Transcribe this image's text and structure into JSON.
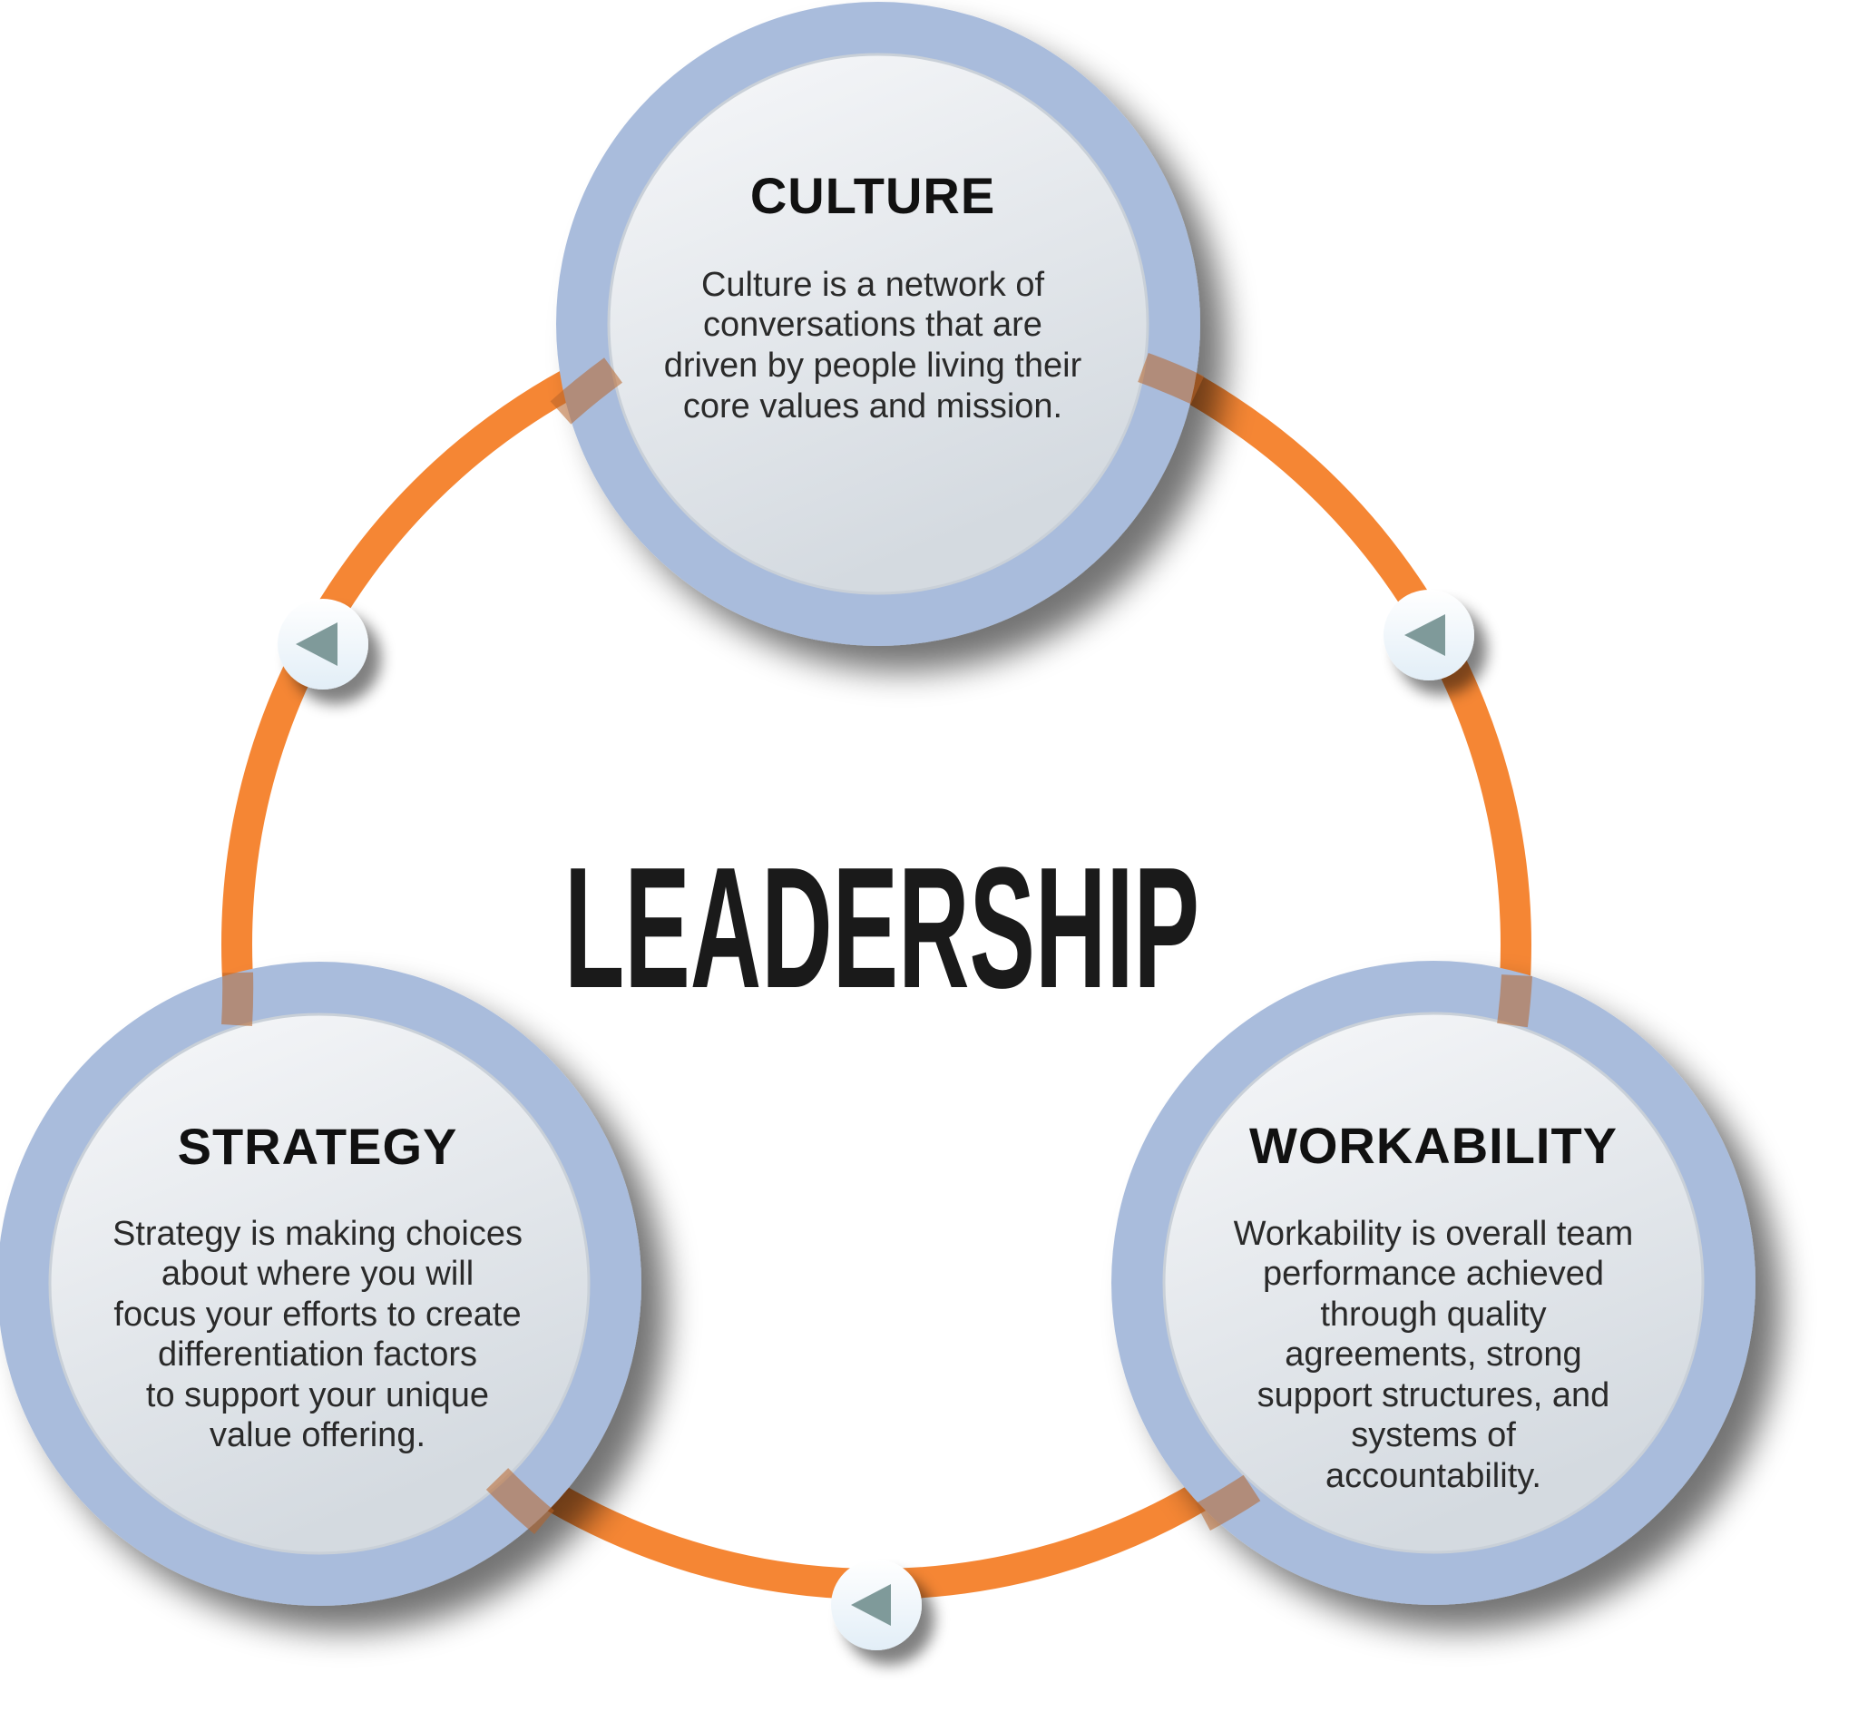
{
  "center": {
    "title": "LEADERSHIP"
  },
  "nodes": {
    "culture": {
      "title": "CULTURE",
      "lines": [
        "Culture is a network of",
        "conversations that are",
        "driven by people living their",
        "core values and mission."
      ]
    },
    "strategy": {
      "title": "STRATEGY",
      "lines": [
        "Strategy is making choices",
        "about where you will",
        "focus your efforts to create",
        "differentiation factors",
        "to support your unique",
        "value offering."
      ]
    },
    "workability": {
      "title": "WORKABILITY",
      "lines": [
        "Workability is overall team",
        "performance achieved",
        "through quality",
        "agreements, strong",
        "support structures, and",
        "systems of",
        "accountability."
      ]
    }
  },
  "colors": {
    "ring": "#f58634",
    "outer_circle": "#a9bcdc",
    "inner_circle_top": "#f4f6f8",
    "inner_circle_bottom": "#d9dee3",
    "arrow": "#7f9a9a",
    "text": "#111111"
  },
  "icons": {
    "arrow_top_right": "triangle-left-icon",
    "arrow_left": "triangle-left-icon",
    "arrow_bottom": "triangle-left-icon"
  }
}
